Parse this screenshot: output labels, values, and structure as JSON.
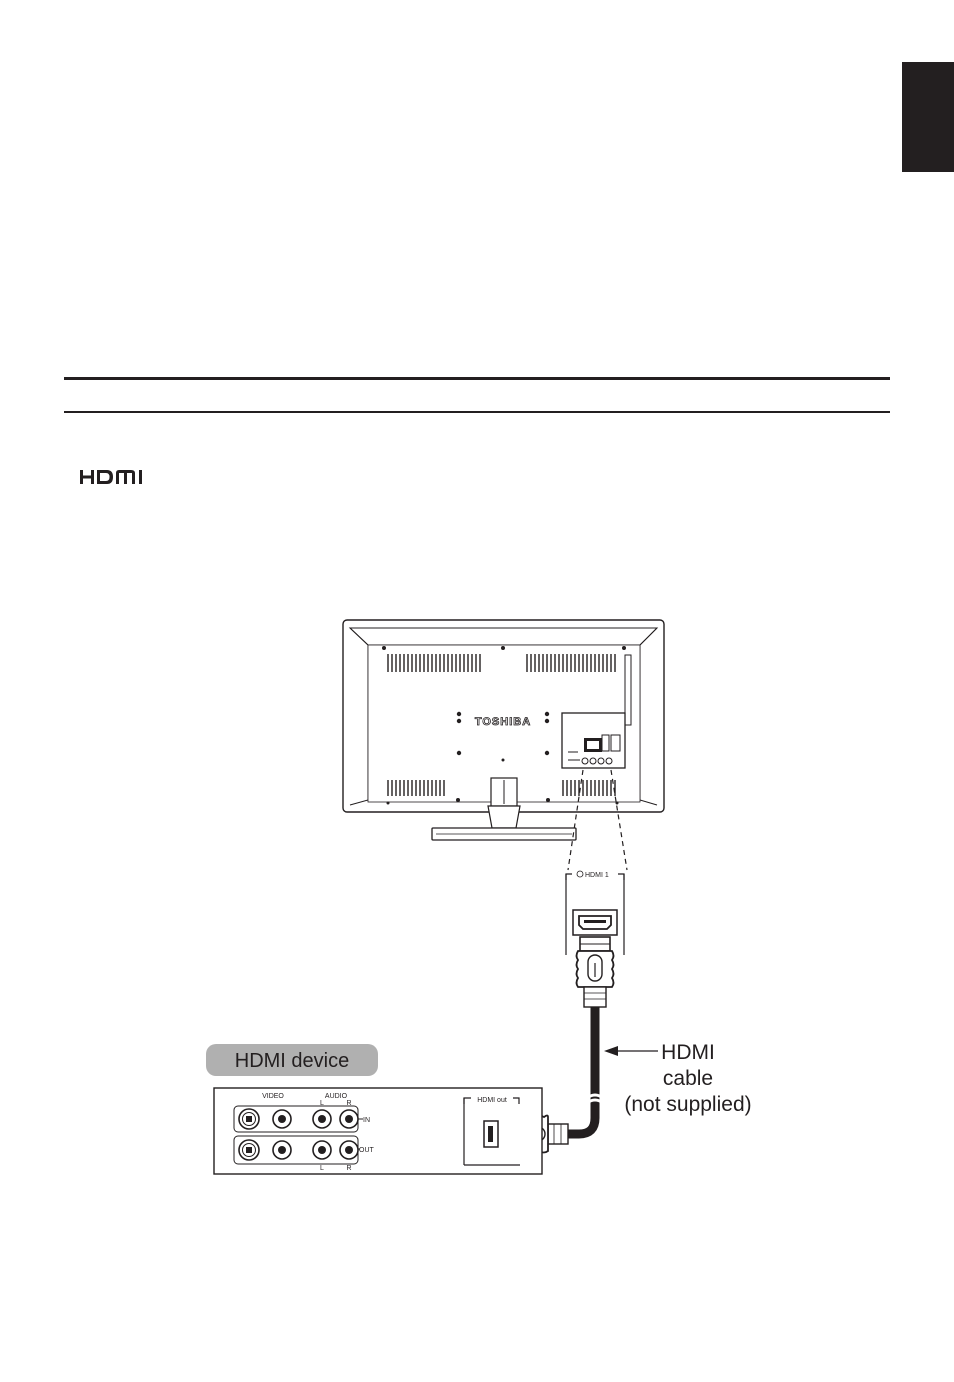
{
  "hdmi_logo_text": "HDMI",
  "tv": {
    "brand": "TOSHIBA",
    "port_label": "HDMI 1"
  },
  "device": {
    "label": "HDMI device",
    "video_label": "VIDEO",
    "audio_label": "AUDIO",
    "left_label": "L",
    "right_label": "R",
    "in_label": "IN",
    "out_label": "OUT",
    "hdmi_out_label": "HDMI out"
  },
  "cable": {
    "line1": "HDMI",
    "line2": "cable",
    "line3": "(not supplied)"
  }
}
